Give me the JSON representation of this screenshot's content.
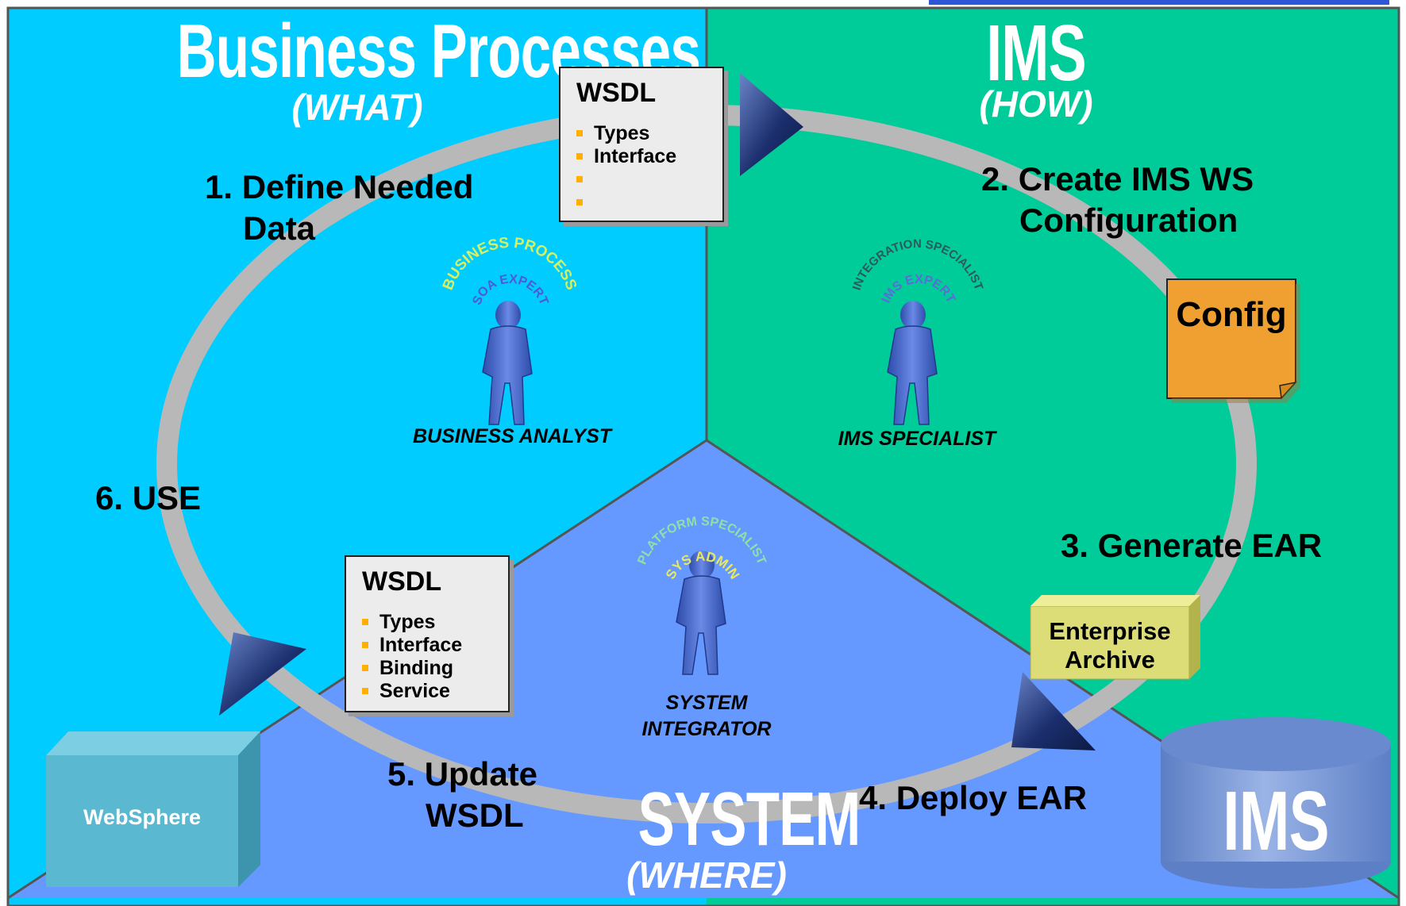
{
  "sections": {
    "business": {
      "title": "Business Processes",
      "subtitle": "(WHAT)"
    },
    "ims": {
      "title": "IMS",
      "subtitle": "(HOW)"
    },
    "system": {
      "title": "SYSTEM",
      "subtitle": "(WHERE)"
    }
  },
  "steps": {
    "step1": [
      "1. Define Needed",
      "Data"
    ],
    "step2": [
      "2. Create IMS WS",
      "Configuration"
    ],
    "step3": "3. Generate EAR",
    "step4": "4. Deploy EAR",
    "step5": [
      "5. Update",
      "WSDL"
    ],
    "step6": "6. USE"
  },
  "documents": {
    "wsdl_top": {
      "title": "WSDL",
      "items": [
        "Types",
        "Interface",
        "",
        ""
      ]
    },
    "wsdl_bottom": {
      "title": "WSDL",
      "items": [
        "Types",
        "Interface",
        "Binding",
        "Service"
      ]
    },
    "config": "Config",
    "ear": [
      "Enterprise",
      "Archive"
    ],
    "websphere": "WebSphere",
    "ims_db": "IMS"
  },
  "roles": {
    "business_analyst": {
      "label": "BUSINESS ANALYST",
      "outer_arc": "BUSINESS PROCESS",
      "inner_arc": "SOA EXPERT"
    },
    "ims_specialist": {
      "label": "IMS SPECIALIST",
      "outer_arc": "INTEGRATION SPECIALIST",
      "inner_arc": "IMS EXPERT"
    },
    "system_integrator": {
      "label": [
        "SYSTEM",
        "INTEGRATOR"
      ],
      "outer_arc": "PLATFORM SPECIALIST",
      "inner_arc": "SYS ADMIN"
    }
  },
  "colors": {
    "business_bg": "#00ccff",
    "ims_bg": "#00cc99",
    "system_bg": "#6699ff",
    "cycle_ring": "#b8b8b8",
    "arrow": "#1c2f6e",
    "person": "#4f6fd6",
    "config_note": "#f0a030",
    "ear_box": "#dddd77",
    "websphere_box": "#5ab8d0",
    "ims_cylinder": "#7a9ad8",
    "bullet": "#ffb000"
  }
}
